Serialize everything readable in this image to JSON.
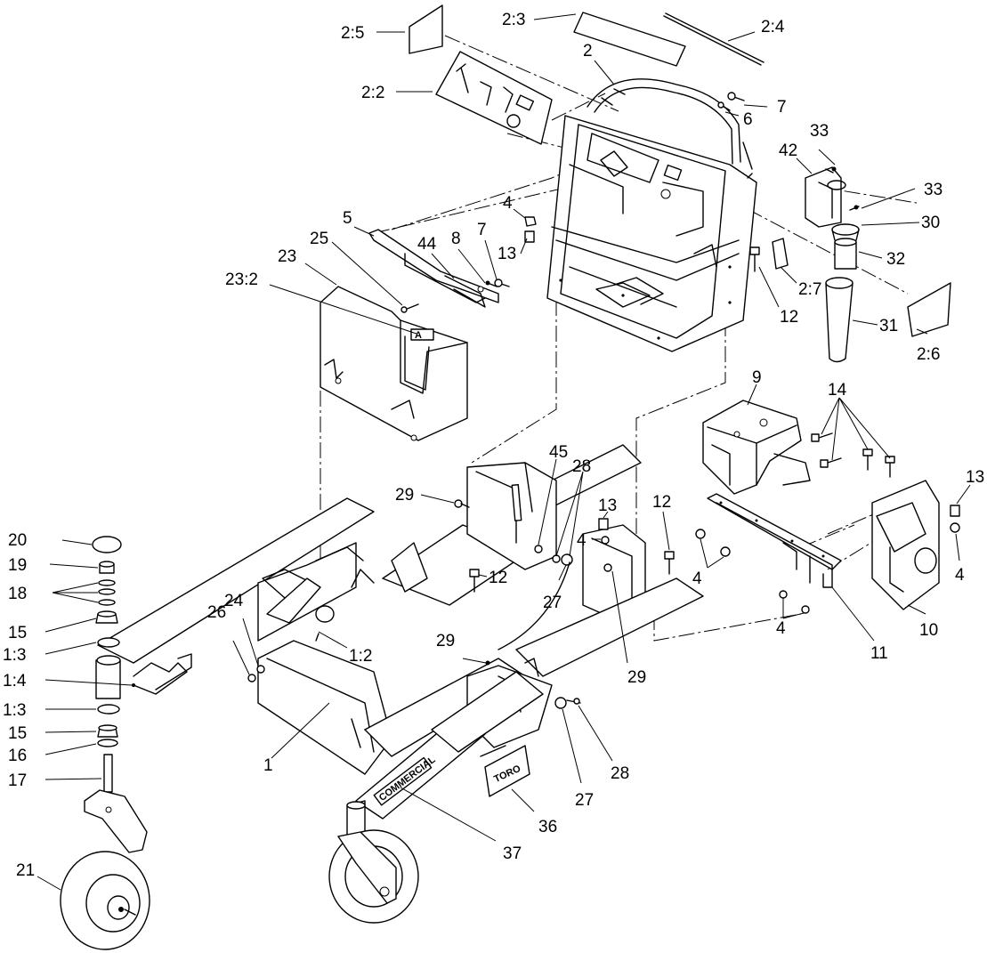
{
  "callouts": [
    {
      "id": "2:5",
      "text": "2:5"
    },
    {
      "id": "2:3",
      "text": "2:3"
    },
    {
      "id": "2:4",
      "text": "2:4"
    },
    {
      "id": "2",
      "text": "2"
    },
    {
      "id": "2:2",
      "text": "2:2"
    },
    {
      "id": "7a",
      "text": "7"
    },
    {
      "id": "6",
      "text": "6"
    },
    {
      "id": "33a",
      "text": "33"
    },
    {
      "id": "42",
      "text": "42"
    },
    {
      "id": "33b",
      "text": "33"
    },
    {
      "id": "30",
      "text": "30"
    },
    {
      "id": "32",
      "text": "32"
    },
    {
      "id": "2:7",
      "text": "2:7"
    },
    {
      "id": "31",
      "text": "31"
    },
    {
      "id": "2:6",
      "text": "2:6"
    },
    {
      "id": "12a",
      "text": "12"
    },
    {
      "id": "4a",
      "text": "4"
    },
    {
      "id": "13a",
      "text": "13"
    },
    {
      "id": "5",
      "text": "5"
    },
    {
      "id": "44",
      "text": "44"
    },
    {
      "id": "8",
      "text": "8"
    },
    {
      "id": "7b",
      "text": "7"
    },
    {
      "id": "25",
      "text": "25"
    },
    {
      "id": "23",
      "text": "23"
    },
    {
      "id": "23:2",
      "text": "23:2"
    },
    {
      "id": "9",
      "text": "9"
    },
    {
      "id": "14",
      "text": "14"
    },
    {
      "id": "13b",
      "text": "13"
    },
    {
      "id": "4b",
      "text": "4"
    },
    {
      "id": "4c",
      "text": "4"
    },
    {
      "id": "4d",
      "text": "4"
    },
    {
      "id": "10",
      "text": "10"
    },
    {
      "id": "11",
      "text": "11"
    },
    {
      "id": "45",
      "text": "45"
    },
    {
      "id": "28a",
      "text": "28"
    },
    {
      "id": "29a",
      "text": "29"
    },
    {
      "id": "13c",
      "text": "13"
    },
    {
      "id": "12b",
      "text": "12"
    },
    {
      "id": "4e",
      "text": "4"
    },
    {
      "id": "12c",
      "text": "12"
    },
    {
      "id": "27a",
      "text": "27"
    },
    {
      "id": "20",
      "text": "20"
    },
    {
      "id": "19",
      "text": "19"
    },
    {
      "id": "18",
      "text": "18"
    },
    {
      "id": "15a",
      "text": "15"
    },
    {
      "id": "1:3a",
      "text": "1:3"
    },
    {
      "id": "1:4",
      "text": "1:4"
    },
    {
      "id": "1:3b",
      "text": "1:3"
    },
    {
      "id": "15b",
      "text": "15"
    },
    {
      "id": "16",
      "text": "16"
    },
    {
      "id": "17",
      "text": "17"
    },
    {
      "id": "26",
      "text": "26"
    },
    {
      "id": "24",
      "text": "24"
    },
    {
      "id": "1:2",
      "text": "1:2"
    },
    {
      "id": "29b",
      "text": "29"
    },
    {
      "id": "29c",
      "text": "29"
    },
    {
      "id": "1",
      "text": "1"
    },
    {
      "id": "27b",
      "text": "27"
    },
    {
      "id": "28b",
      "text": "28"
    },
    {
      "id": "36",
      "text": "36"
    },
    {
      "id": "37",
      "text": "37"
    },
    {
      "id": "21",
      "text": "21"
    }
  ],
  "frame_decal_text": "COMMERCIAL",
  "brand_plate_text": "TORO"
}
